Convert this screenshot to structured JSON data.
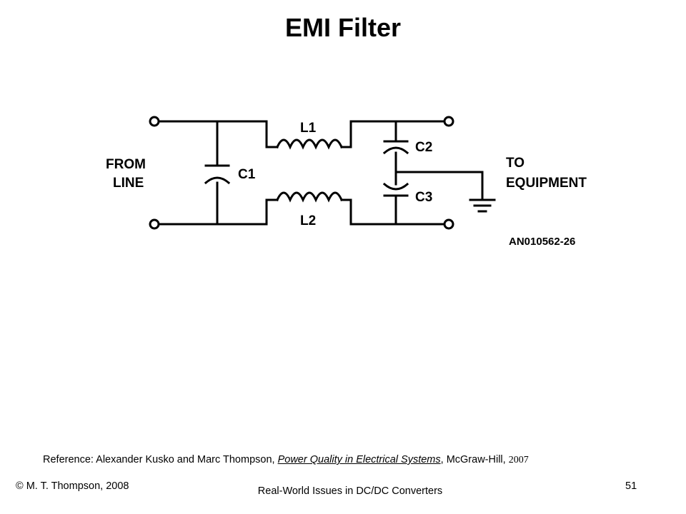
{
  "title": "EMI Filter",
  "diagram": {
    "label_from_line_1": "FROM",
    "label_from_line_2": "LINE",
    "label_to_1": "TO",
    "label_to_2": "EQUIPMENT",
    "c1": "C1",
    "c2": "C2",
    "c3": "C3",
    "l1": "L1",
    "l2": "L2",
    "part_code": "AN010562-26"
  },
  "reference": {
    "prefix": "Reference:  Alexander Kusko and Marc Thompson, ",
    "book": "Power Quality in Electrical Systems",
    "publisher": ", McGraw-Hill, ",
    "year": "2007"
  },
  "footer": {
    "copyright": "© M. T. Thompson, 2008",
    "course": "Real-World Issues in DC/DC Converters",
    "slide_number": "51"
  }
}
